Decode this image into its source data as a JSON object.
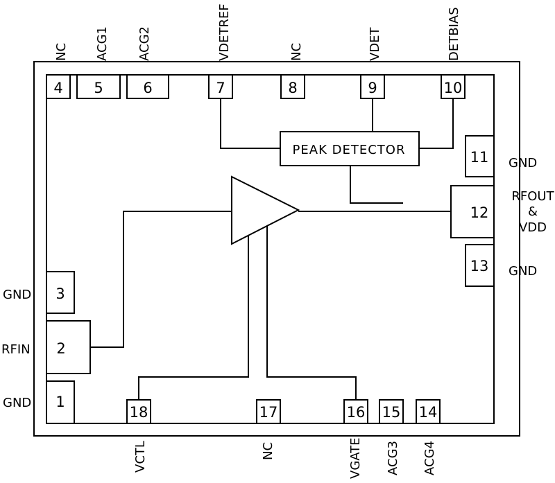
{
  "pins": {
    "p1": {
      "num": "1",
      "label": "GND"
    },
    "p2": {
      "num": "2",
      "label": "RFIN"
    },
    "p3": {
      "num": "3",
      "label": "GND"
    },
    "p4": {
      "num": "4",
      "label": "NC"
    },
    "p5": {
      "num": "5",
      "label": "ACG1"
    },
    "p6": {
      "num": "6",
      "label": "ACG2"
    },
    "p7": {
      "num": "7",
      "label": "VDETREF"
    },
    "p8": {
      "num": "8",
      "label": "NC"
    },
    "p9": {
      "num": "9",
      "label": "VDET"
    },
    "p10": {
      "num": "10",
      "label": "DETBIAS"
    },
    "p11": {
      "num": "11",
      "label": "GND"
    },
    "p12": {
      "num": "12",
      "label_line1": "RFOUT",
      "label_line2": "&",
      "label_line3": "VDD"
    },
    "p13": {
      "num": "13",
      "label": "GND"
    },
    "p14": {
      "num": "14",
      "label": "ACG4"
    },
    "p15": {
      "num": "15",
      "label": "ACG3"
    },
    "p16": {
      "num": "16",
      "label": "VGATE"
    },
    "p17": {
      "num": "17",
      "label": "NC"
    },
    "p18": {
      "num": "18",
      "label": "VCTL"
    }
  },
  "blocks": {
    "peak_detector": "PEAK DETECTOR"
  }
}
